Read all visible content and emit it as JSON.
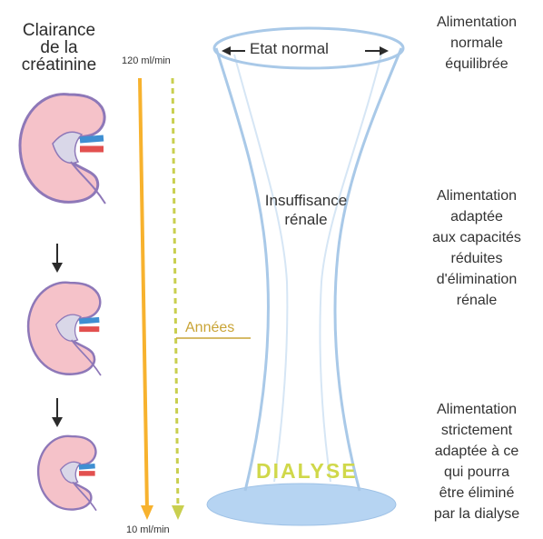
{
  "title": "Clairance de la créatinine",
  "title_lines": [
    "Clairance",
    "de la",
    "créatinine"
  ],
  "scale": {
    "top": "120 ml/min",
    "bottom": "10 ml/min"
  },
  "funnel": {
    "top_label": "Etat normal",
    "middle_label_lines": [
      "Insuffisance",
      "rénale"
    ],
    "bottom_label": "DIALYSE"
  },
  "years_label": "Années",
  "diets": [
    {
      "lines": [
        "Alimentation",
        "normale",
        "équilibrée"
      ]
    },
    {
      "lines": [
        "Alimentation",
        "adaptée",
        "aux capacités",
        "réduites",
        "d'élimination",
        "rénale"
      ]
    },
    {
      "lines": [
        "Alimentation",
        "strictement",
        "adaptée à ce",
        "qui pourra",
        "être éliminé",
        "par la dialyse"
      ]
    }
  ],
  "colors": {
    "arrow_solid": "#f7b22e",
    "arrow_dashed": "#c9cf4f",
    "funnel_outline": "#a9c9e8",
    "funnel_base": "#b6d4f2",
    "kidney_fill": "#f5c2c9",
    "kidney_outline": "#8e78b8",
    "vessel_blue": "#3f8fd2",
    "vessel_red": "#e2504f"
  },
  "icons": [
    "kidney-icon",
    "arrow-down-icon"
  ]
}
